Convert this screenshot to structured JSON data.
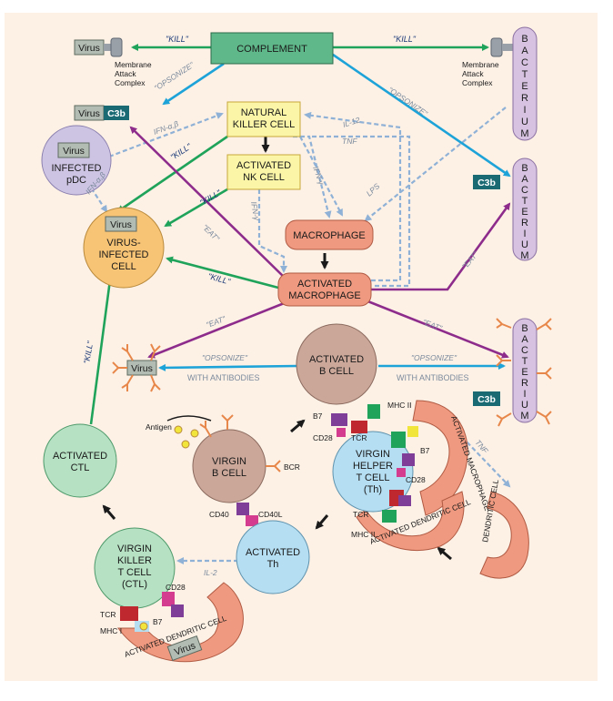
{
  "cells": {
    "complement": "COMPLEMENT",
    "nk": [
      "NATURAL",
      "KILLER CELL"
    ],
    "activated_nk": [
      "ACTIVATED",
      "NK CELL"
    ],
    "macrophage": "MACROPHAGE",
    "activated_macrophage": [
      "ACTIVATED",
      "MACROPHAGE"
    ],
    "infected_pdc": [
      "INFECTED",
      "pDC"
    ],
    "virus_infected": [
      "VIRUS-",
      "INFECTED",
      "CELL"
    ],
    "activated_b": [
      "ACTIVATED",
      "B CELL"
    ],
    "virgin_b": [
      "VIRGIN",
      "B CELL"
    ],
    "virgin_helper": [
      "VIRGIN",
      "HELPER",
      "T CELL",
      "(Th)"
    ],
    "activated_th": [
      "ACTIVATED",
      "Th"
    ],
    "activated_ctl": [
      "ACTIVATED",
      "CTL"
    ],
    "virgin_killer": [
      "VIRGIN",
      "KILLER",
      "T CELL",
      "(CTL)"
    ],
    "bacterium_letters": [
      "B",
      "A",
      "C",
      "T",
      "E",
      "R",
      "I",
      "U",
      "M"
    ],
    "activated_macrophage_arc": "ACTIVATED MACROPHAGE",
    "activated_dc_arc": "ACTIVATED DENDRITIC CELL",
    "dendritic_cell": "DENDRITIC CELL"
  },
  "tags": {
    "virus": "Virus",
    "c3b": "C3b"
  },
  "mac": "Membrane Attack Complex",
  "mac_lines": [
    "Membrane",
    "Attack",
    "Complex"
  ],
  "arrows": {
    "kill": "\"KILL\"",
    "opsonize": "\"OPSONIZE\"",
    "eat": "\"EAT\"",
    "with_antibodies": "WITH ANTIBODIES",
    "ifn_ab": "IFN-α,β",
    "ifn_g": "IFN-γ",
    "il12": "IL-12",
    "tnf": "TNF",
    "lps": "LPS",
    "il2": "IL-2"
  },
  "molecules": {
    "mhc2": "MHC II",
    "mhc1": "MHC I",
    "tcr": "TCR",
    "b7": "B7",
    "cd28": "CD28",
    "cd40": "CD40",
    "cd40l": "CD40L",
    "bcr": "BCR",
    "antigen": "Antigen"
  },
  "colors": {
    "kill_green": "#1fa35a",
    "opsonize_blue": "#1ea3d8",
    "eat_purple": "#8e2c8c",
    "cytokine_blue": "#8fb1d6",
    "complement_fill": "#5fb889",
    "nk_fill": "#fbf6a7",
    "macrophage_fill": "#ef9a80",
    "bacterium_fill": "#d7c3e1",
    "pdc_fill": "#cdc4e3",
    "virus_cell_fill": "#f7c374",
    "b_cell_fill": "#cba79a",
    "t_cell_fill": "#b5def2",
    "ctl_fill": "#b6e1c3",
    "c3b_fill": "#1a6a74",
    "virus_tag_fill": "#b2bcb3"
  }
}
